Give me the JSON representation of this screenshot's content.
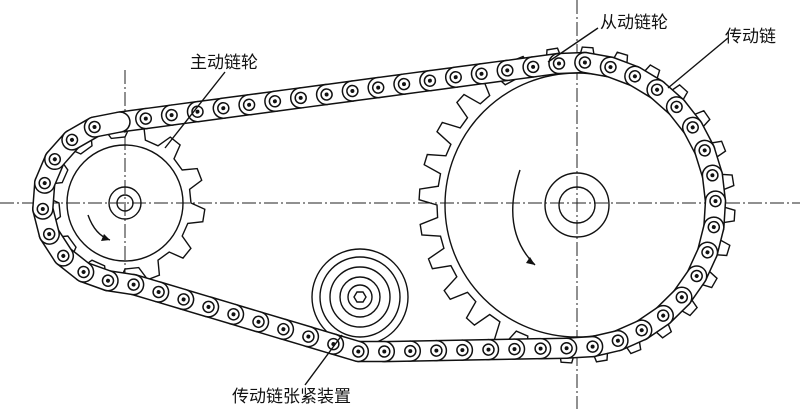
{
  "labels": {
    "drive_sprocket": "主动链轮",
    "driven_sprocket": "从动链轮",
    "drive_chain": "传动链",
    "tensioner": "传动链张紧装置"
  }
}
